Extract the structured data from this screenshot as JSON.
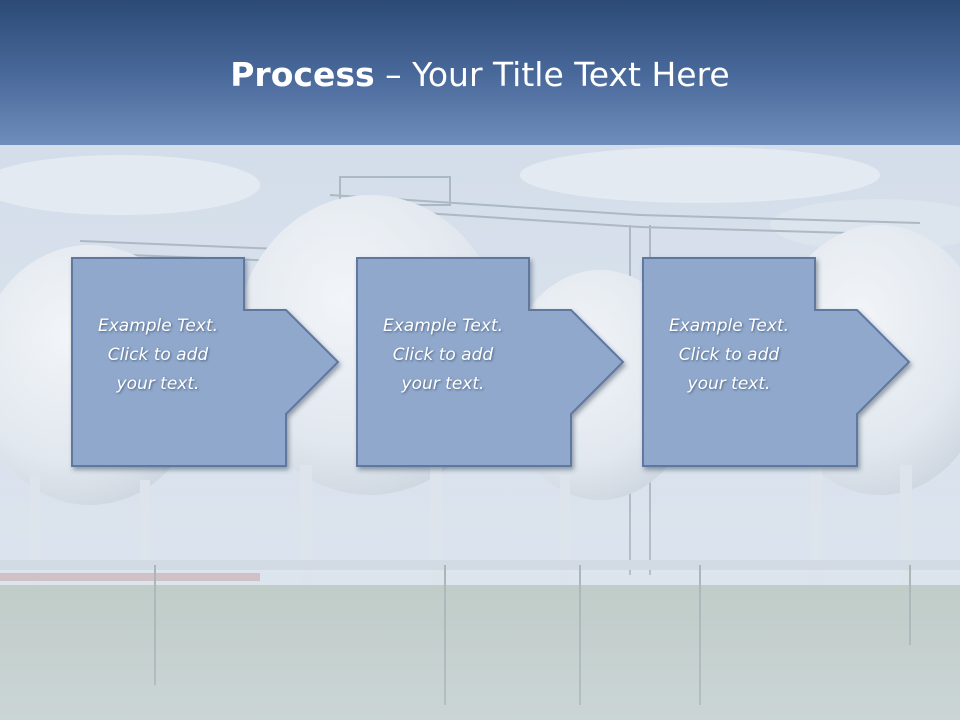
{
  "title": {
    "bold": "Process",
    "rest": " – Your Title Text Here"
  },
  "steps": [
    {
      "lines": [
        "Example Text.",
        "Click  to add",
        "your text."
      ]
    },
    {
      "lines": [
        "Example Text.",
        "Click  to add",
        "your text."
      ]
    },
    {
      "lines": [
        "Example Text.",
        "Click  to add",
        "your text."
      ]
    }
  ],
  "colors": {
    "header": "#3b5a8a",
    "box_fill": "#8fa8cc",
    "box_border": "#6077a0"
  }
}
